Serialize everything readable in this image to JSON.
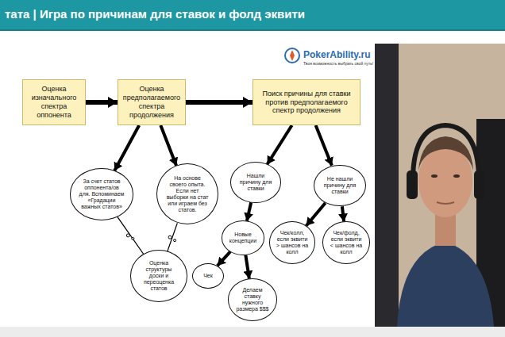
{
  "diagram": {
    "title": "тата | Игра по причинам для ставок и фолд эквити",
    "nodes": [
      {
        "text": [
          "Оценка изначального спектра оппонента"
        ]
      },
      {
        "text": [
          "Оценка предполагаемого спектра продолжения"
        ]
      },
      {
        "text": [
          "Поиск причины для ставки против предполагаемого спектр продолжения"
        ]
      },
      {
        "text": [
          "За счет статов оппонента/ов для. Вспоминаем «Градации важных статов»"
        ]
      },
      {
        "text": [
          "На основе своего опыта. Если нет выборки на стат или играем без статов."
        ]
      },
      {
        "text": [
          "Нашли причину для ставки"
        ]
      },
      {
        "text": [
          "Не нашли причину для ставки"
        ]
      },
      {
        "text": [
          "Оценка структуры доски и переоценка статов"
        ]
      },
      {
        "text": [
          "Новые концепции"
        ]
      },
      {
        "text": [
          "Чек/колл, если эквити > шансов на колл"
        ]
      },
      {
        "text": [
          "Чек/фолд, если эквити < шансов на колл"
        ]
      },
      {
        "text": [
          "Чек"
        ]
      },
      {
        "text": [
          "Делаем ставку нужного размера $$$"
        ]
      }
    ],
    "edges": [
      {
        "from": 0,
        "to": 1,
        "arrow": "to"
      },
      {
        "from": 1,
        "to": 2,
        "arrow": "to"
      },
      {
        "from": 1,
        "to": 3,
        "arrow": "to"
      },
      {
        "from": 1,
        "to": 4,
        "arrow": "to"
      },
      {
        "from": 2,
        "to": 5,
        "arrow": "to"
      },
      {
        "from": 2,
        "to": 6,
        "arrow": "to"
      },
      {
        "from": 3,
        "to": 7,
        "arrow": "none"
      },
      {
        "from": 4,
        "to": 7,
        "arrow": "none"
      },
      {
        "from": 5,
        "to": 8,
        "arrow": "to"
      },
      {
        "from": 8,
        "to": 11,
        "arrow": "to"
      },
      {
        "from": 8,
        "to": 12,
        "arrow": "to"
      },
      {
        "from": 6,
        "to": 9,
        "arrow": "to"
      },
      {
        "from": 6,
        "to": 10,
        "arrow": "to"
      }
    ],
    "labels": [
      "PokerAbility.ru",
      "Твоя возможность выбрать свой путь!"
    ]
  }
}
